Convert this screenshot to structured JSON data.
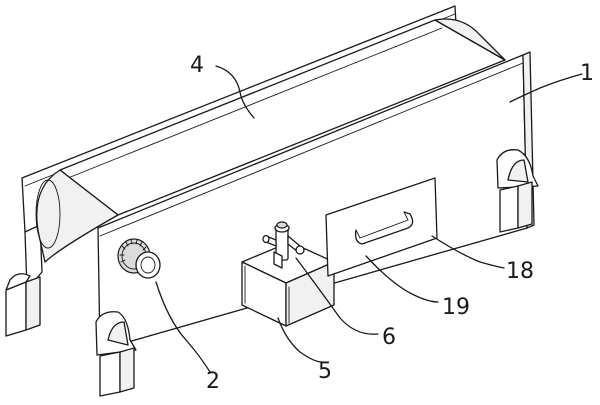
{
  "labels": {
    "n1": "1",
    "n2": "2",
    "n4": "4",
    "n5": "5",
    "n6": "6",
    "n18": "18",
    "n19": "19"
  }
}
